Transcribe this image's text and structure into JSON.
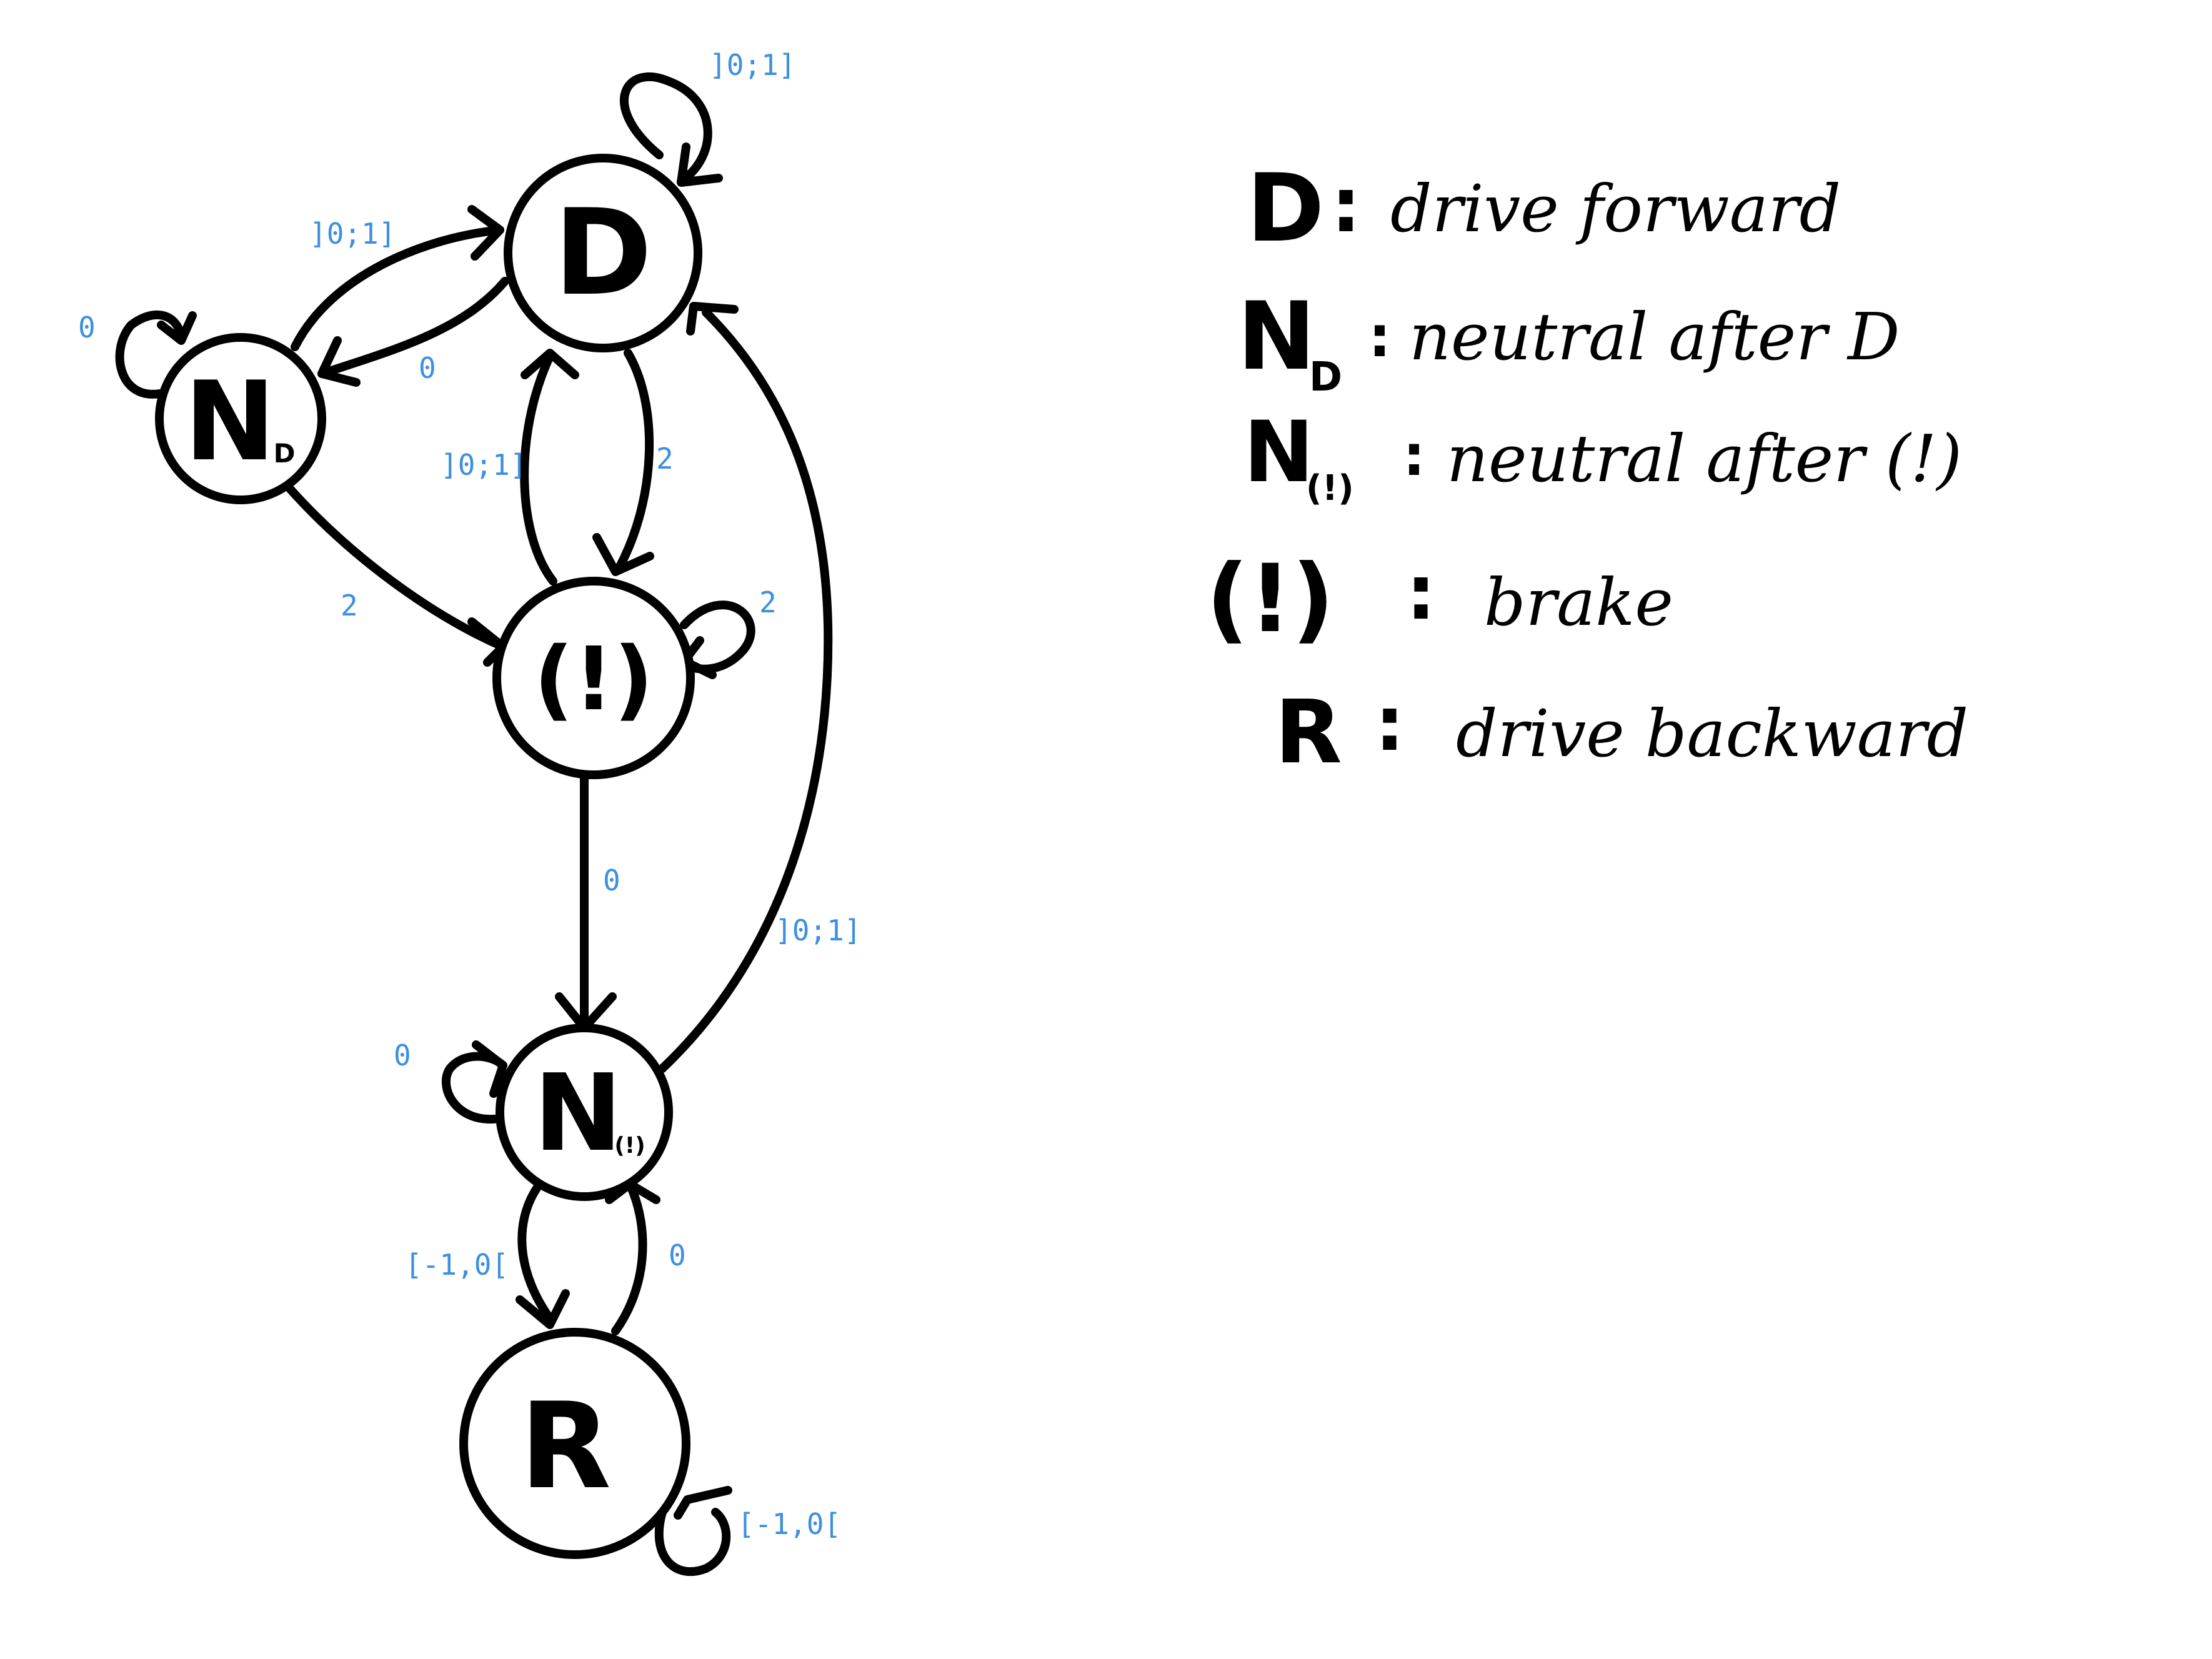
{
  "nodes": {
    "D": {
      "label": "D"
    },
    "ND": {
      "label": "N",
      "subscript": "D"
    },
    "B": {
      "label": "(!)"
    },
    "NB": {
      "label": "N",
      "subscript": "(!)"
    },
    "R": {
      "label": "R"
    }
  },
  "edges": {
    "d_self": "]0;1]",
    "nd_to_d": "]0;1]",
    "d_to_nd": "0",
    "nd_self": "0",
    "nd_to_b": "2",
    "b_to_d": "]0;1]",
    "d_to_b": "2",
    "b_self": "2",
    "b_to_nb": "0",
    "nb_to_d": "]0;1]",
    "nb_self": "0",
    "nb_to_r": "[-1,0[",
    "r_to_nb": "0",
    "r_self": "[-1,0["
  },
  "legend": [
    {
      "symbol": "D",
      "subscript": "",
      "description": "drive forward"
    },
    {
      "symbol": "N",
      "subscript": "D",
      "description": "neutral after D"
    },
    {
      "symbol": "N",
      "subscript": "(!)",
      "description": "neutral after (!)"
    },
    {
      "symbol": "(!)",
      "subscript": "",
      "description": "brake"
    },
    {
      "symbol": "R",
      "subscript": "",
      "description": "drive backward"
    }
  ],
  "colors": {
    "ink": "#000000",
    "label": "#3d8fe0",
    "background": "#ffffff"
  }
}
